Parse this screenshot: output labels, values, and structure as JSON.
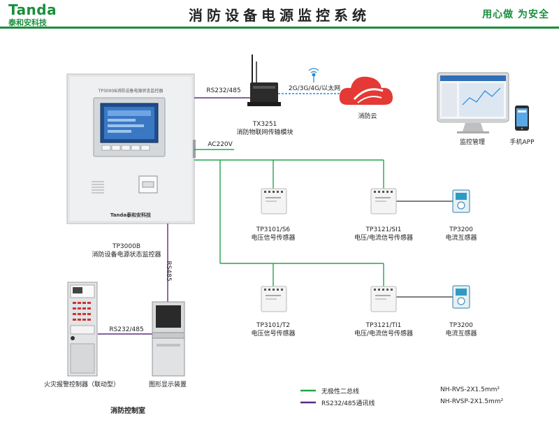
{
  "header": {
    "brand_en": "Tanda",
    "brand_cn": "泰和安科技",
    "title": "消防设备电源监控系统",
    "slogan": "用心做 为安全"
  },
  "colors": {
    "brand_green": "#1a8f3c",
    "bus_green": "#22a64a",
    "comm_purple": "#5b2c83",
    "wifi_blue": "#1e88e5",
    "cloud_red": "#e53935"
  },
  "icons": [
    "router-icon",
    "wifi-icon",
    "cloud-icon",
    "monitor-icon",
    "phone-icon",
    "sensor-icon",
    "current-transformer-icon",
    "display-terminal-icon",
    "fire-alarm-cabinet-icon"
  ],
  "main_cabinet": {
    "panel_title": "TP3000B消防设备电源状态监控器",
    "nameplate": "Tanda泰和安科技",
    "model": "TP3000B",
    "name": "消防设备电源状态监控器"
  },
  "links": {
    "rs232_485_top": "RS232/485",
    "ac220v": "AC220V",
    "network": "2G/3G/4G/以太网",
    "rs485": "RS485",
    "rs232_485_bottom": "RS232/485"
  },
  "transmission": {
    "model": "TX3251",
    "name": "消防物联网传输模块"
  },
  "cloud": {
    "label": "消防云"
  },
  "monitoring": {
    "label": "监控管理"
  },
  "mobile": {
    "label": "手机APP"
  },
  "devices_row1": [
    {
      "model": "TP3101/S6",
      "name": "电压信号传感器"
    },
    {
      "model": "TP3121/SI1",
      "name": "电压/电流信号传感器"
    },
    {
      "model": "TP3200",
      "name": "电流互感器"
    }
  ],
  "devices_row2": [
    {
      "model": "TP3101/T2",
      "name": "电压信号传感器"
    },
    {
      "model": "TP3121/TI1",
      "name": "电压/电流信号传感器"
    },
    {
      "model": "TP3200",
      "name": "电流互感器"
    }
  ],
  "fire_controller": {
    "label": "火灾报警控制器（联动型）"
  },
  "graphic_display": {
    "label": "图形显示装置"
  },
  "room": {
    "label": "消防控制室"
  },
  "legend": [
    {
      "label": "无极性二总线",
      "cable": "NH-RVS-2X1.5mm²"
    },
    {
      "label": "RS232/485通讯线",
      "cable": "NH-RVSP-2X1.5mm²"
    }
  ]
}
